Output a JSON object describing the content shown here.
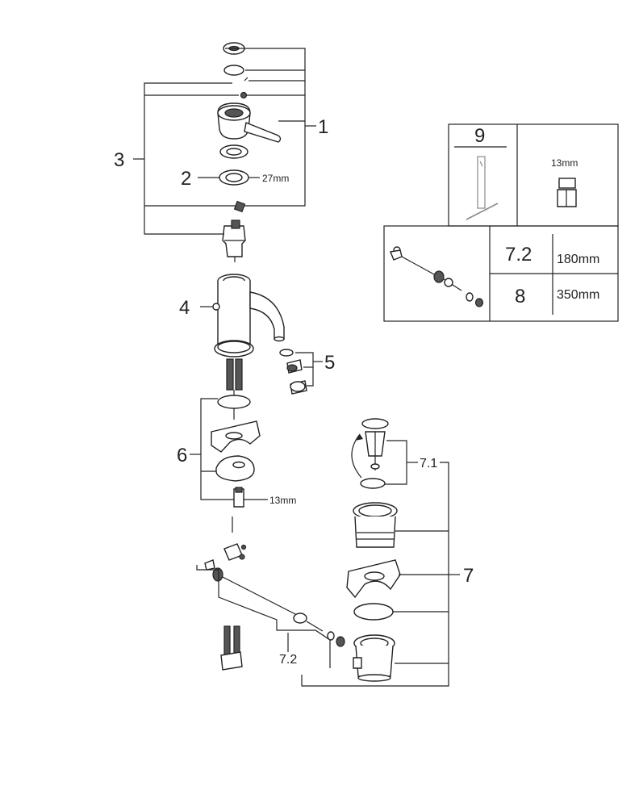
{
  "callouts": {
    "c1": "1",
    "c2": "2",
    "c3": "3",
    "c4": "4",
    "c5": "5",
    "c6": "6",
    "c7": "7",
    "c71": "7.1",
    "c72": "7.2"
  },
  "dimensions": {
    "ring_27": "27mm",
    "nut_13": "13mm"
  },
  "tool_box": {
    "item_number": "9",
    "wrench_size": "13mm"
  },
  "rod_table": {
    "rows": [
      {
        "part": "7.2",
        "length": "180mm"
      },
      {
        "part": "8",
        "length": "350mm"
      }
    ]
  },
  "colors": {
    "line": "#222222",
    "fill_dark": "#555555",
    "guide": "#888888"
  }
}
